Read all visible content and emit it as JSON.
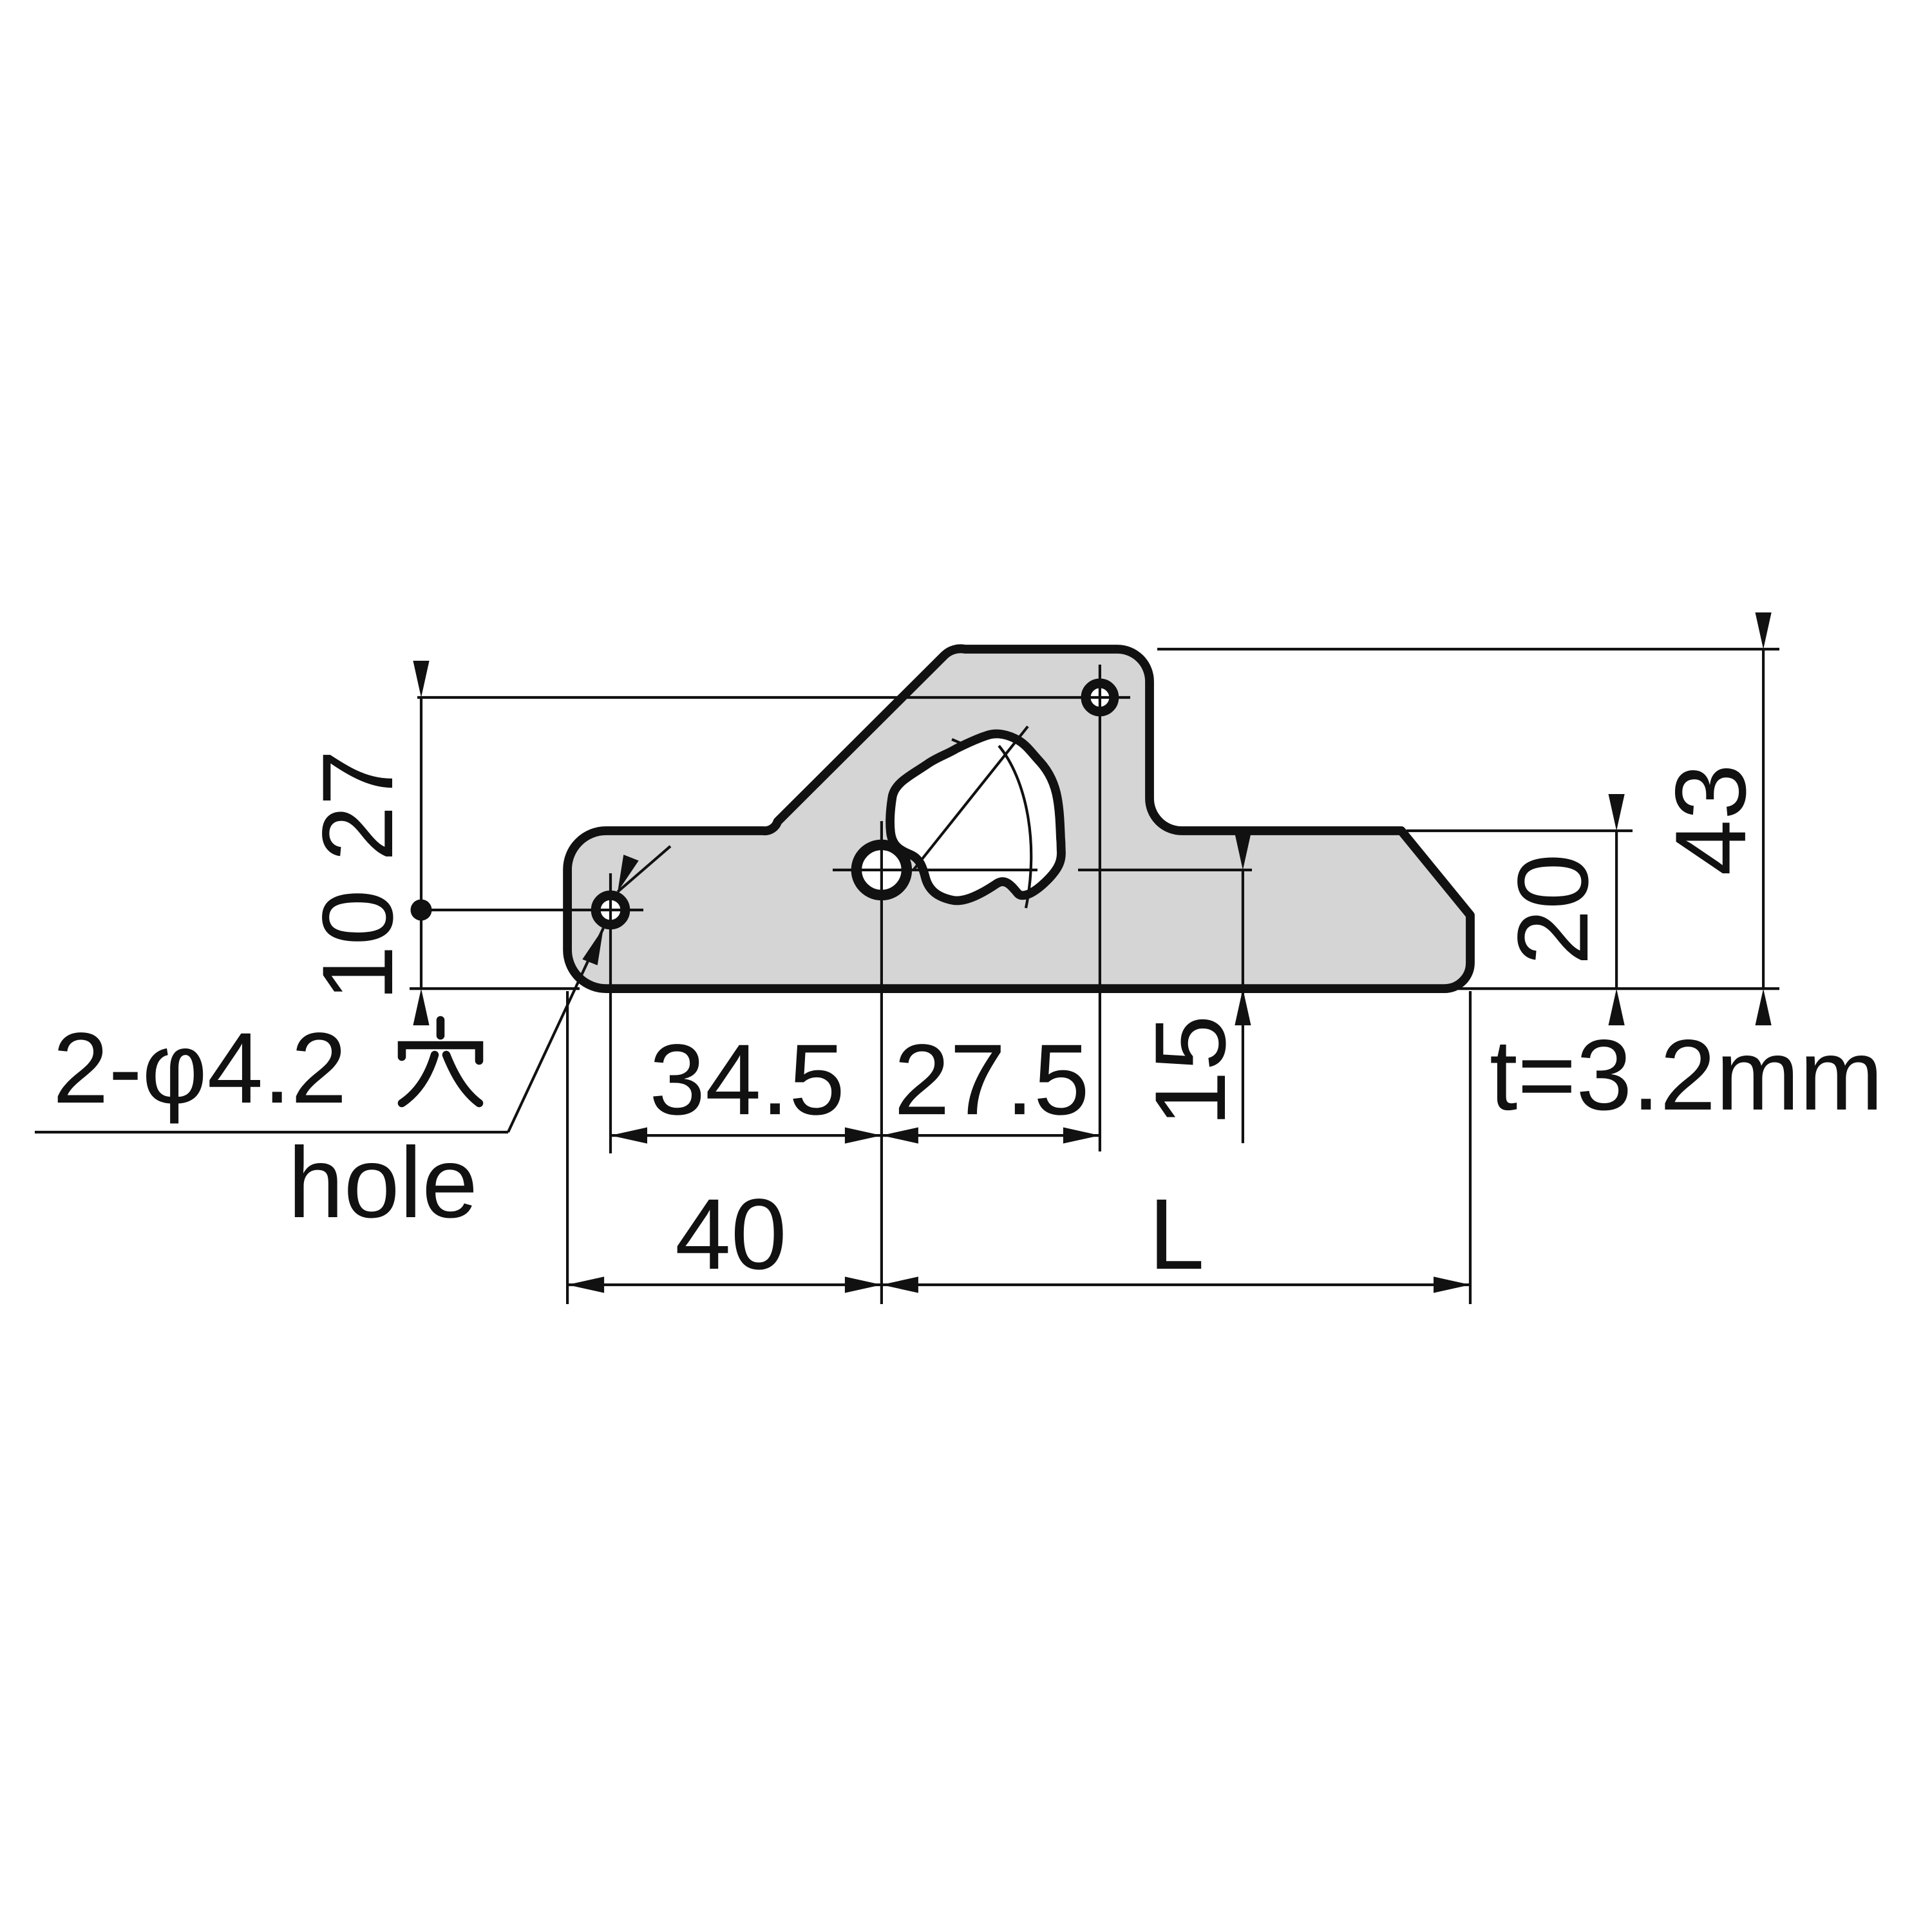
{
  "drawing": {
    "kind": "engineering-dimension-drawing",
    "view": "side view of mounting plate",
    "thickness_note": "t=3.2mm",
    "hole_callout": {
      "jp_full": "2-φ4.2穴",
      "jp_prefix": "2-φ4.2",
      "kanji_suffix": "穴",
      "en": "hole"
    },
    "dimensions": {
      "hole_offset_top": "27",
      "hole_offset_bottom": "10",
      "pitch_left": "34.5",
      "pitch_right": "27.5",
      "hole_center_height": "15",
      "end_to_center": "40",
      "length_L": "L",
      "step_height": "20",
      "total_height": "43"
    },
    "colors": {
      "part_fill": "#d5d5d5",
      "line": "#111111",
      "background": "#ffffff"
    }
  }
}
